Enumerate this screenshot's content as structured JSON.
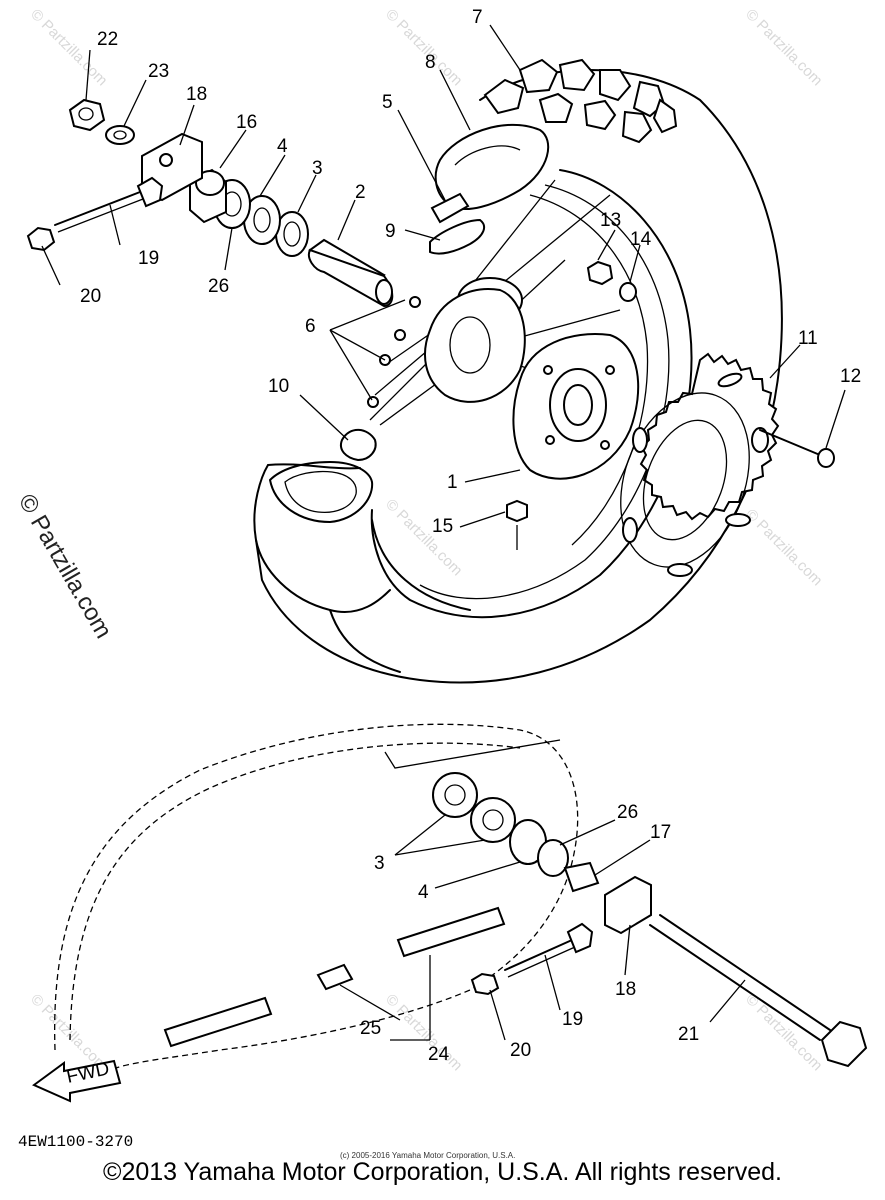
{
  "diagram": {
    "labels": [
      {
        "id": "1",
        "text": "1"
      },
      {
        "id": "2",
        "text": "2"
      },
      {
        "id": "3",
        "text": "3"
      },
      {
        "id": "4",
        "text": "4"
      },
      {
        "id": "5",
        "text": "5"
      },
      {
        "id": "6",
        "text": "6"
      },
      {
        "id": "7",
        "text": "7"
      },
      {
        "id": "8",
        "text": "8"
      },
      {
        "id": "9",
        "text": "9"
      },
      {
        "id": "10",
        "text": "10"
      },
      {
        "id": "11",
        "text": "11"
      },
      {
        "id": "12",
        "text": "12"
      },
      {
        "id": "13",
        "text": "13"
      },
      {
        "id": "14",
        "text": "14"
      },
      {
        "id": "15",
        "text": "15"
      },
      {
        "id": "16",
        "text": "16"
      },
      {
        "id": "17",
        "text": "17"
      },
      {
        "id": "18",
        "text": "18"
      },
      {
        "id": "19",
        "text": "19"
      },
      {
        "id": "20",
        "text": "20"
      },
      {
        "id": "21",
        "text": "21"
      },
      {
        "id": "22",
        "text": "22"
      },
      {
        "id": "23",
        "text": "23"
      },
      {
        "id": "24",
        "text": "24"
      },
      {
        "id": "25",
        "text": "25"
      },
      {
        "id": "26",
        "text": "26"
      }
    ],
    "fwd_label": "FWD",
    "part_code": "4EW1100-3270",
    "fine_print": "(c) 2005-2016 Yamaha Motor Corporation, U.S.A.",
    "watermark": "© Partzilla.com",
    "copyright": "©2013 Yamaha Motor Corporation, U.S.A. All rights reserved."
  }
}
